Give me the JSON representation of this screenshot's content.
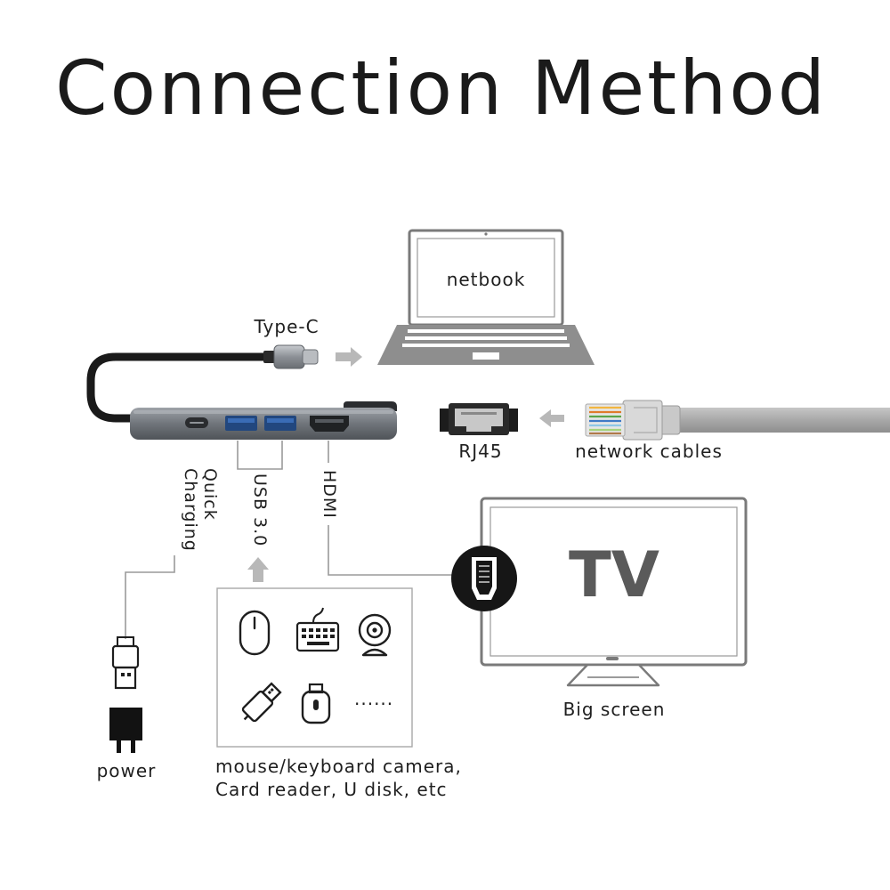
{
  "title": "Connection Method",
  "labels": {
    "netbook": "netbook",
    "type_c": "Type-C",
    "rj45": "RJ45",
    "network_cables": "network cables",
    "quick_charging_line1": "Quick",
    "quick_charging_line2": "Charging",
    "usb": "USB 3.0",
    "hdmi": "HDMI",
    "tv": "TV",
    "big_screen": "Big screen",
    "power": "power",
    "peripherals_line1": "mouse/keyboard camera,",
    "peripherals_line2": "Card reader, U disk, etc",
    "more": "......"
  },
  "colors": {
    "text": "#1f1f1f",
    "hub_body": "#6e7278",
    "arrow": "#b8b8b8",
    "connector_dark": "#1c1c1c",
    "tv_text": "#5a5a5a"
  },
  "icons": [
    "laptop-icon",
    "usb-c-plug-icon",
    "ethernet-plug-icon",
    "rj45-port-icon",
    "tv-icon",
    "hdmi-port-icon",
    "mouse-icon",
    "keyboard-icon",
    "webcam-icon",
    "usb-drive-icon",
    "usb-plug-icon",
    "power-adapter-icon"
  ]
}
